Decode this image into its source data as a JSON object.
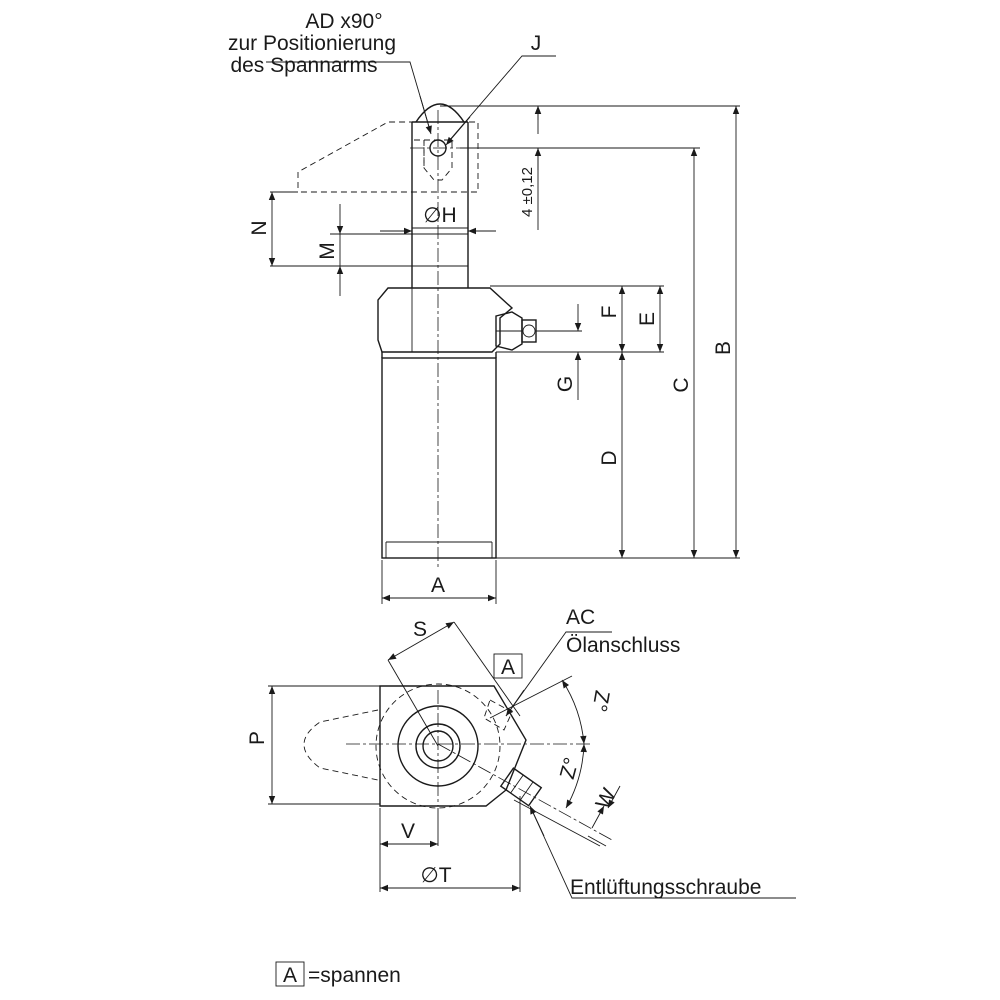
{
  "labels": {
    "ad_line1": "AD x90°",
    "ad_line2": "zur Positionierung",
    "ad_line3": "des Spannarms",
    "j": "J",
    "tol": "4 ±0,12",
    "h": "∅H",
    "n": "N",
    "m": "M",
    "f": "F",
    "e": "E",
    "g": "G",
    "c": "C",
    "b": "B",
    "d": "D",
    "a": "A",
    "s": "S",
    "a_box": "A",
    "ac_line1": "AC",
    "ac_line2": "Ölanschluss",
    "z1": "Z°",
    "z2": "Z°",
    "p": "P",
    "w": "W",
    "v": "V",
    "t": "∅T",
    "vent": "Entlüftungsschraube",
    "legend_box": "A",
    "legend_text": "=spannen"
  }
}
